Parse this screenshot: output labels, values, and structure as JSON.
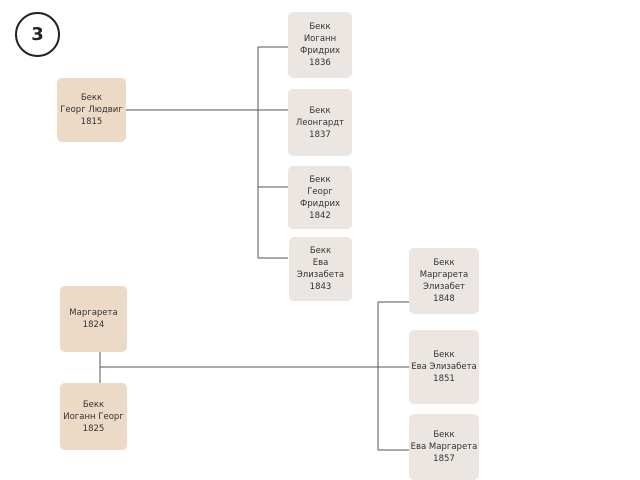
{
  "page_number": "3",
  "family_1": {
    "parent": {
      "lines": [
        "Бекк",
        "Георг Людвиг",
        "1815"
      ]
    },
    "children": [
      {
        "lines": [
          "Бекк",
          "Иоганн",
          "Фридрих",
          "1836"
        ]
      },
      {
        "lines": [
          "Бекк",
          "Леонгардт",
          "1837"
        ]
      },
      {
        "lines": [
          "Бекк",
          "Георг",
          "Фридрих",
          "1842"
        ]
      },
      {
        "lines": [
          "Бекк",
          "Ева",
          "Элизабета",
          "1843"
        ]
      }
    ]
  },
  "family_2": {
    "mother": {
      "lines": [
        "Маргарета",
        "1824"
      ]
    },
    "father": {
      "lines": [
        "Бекк",
        "Иоганн Георг",
        "1825"
      ]
    },
    "children": [
      {
        "lines": [
          "Бекк",
          "Маргарета",
          "Элизабет",
          "1848"
        ]
      },
      {
        "lines": [
          "Бекк",
          "Ева Элизабета",
          "1851"
        ]
      },
      {
        "lines": [
          "Бекк",
          "Ева Маргарета",
          "1857"
        ]
      }
    ]
  },
  "colors": {
    "parent_card": "#ecd9c6",
    "child_card": "#ebe6e1",
    "connector": "#555555"
  }
}
